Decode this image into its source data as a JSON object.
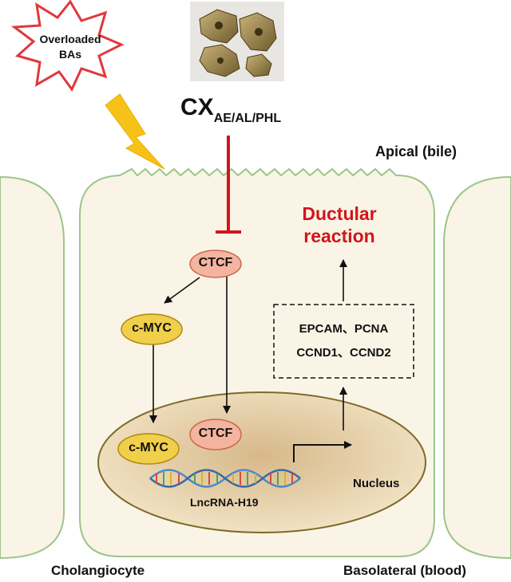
{
  "stimulus": {
    "line1": "Overloaded",
    "line2": "BAs"
  },
  "compound": {
    "main": "CX",
    "subscript": "AE/AL/PHL"
  },
  "labels": {
    "apical": "Apical (bile)",
    "basolateral": "Basolateral (blood)",
    "cell": "Cholangiocyte",
    "nucleus": "Nucleus",
    "lncrna": "LncRNA-H19"
  },
  "outcome": {
    "line1": "Ductular",
    "line2": "reaction"
  },
  "genes": {
    "line1": "EPCAM、PCNA",
    "line2": "CCND1、CCND2"
  },
  "nodes": {
    "ctcf_top": "CTCF",
    "cmyc_cyto": "c-MYC",
    "cmyc_nuc": "c-MYC",
    "ctcf_nuc": "CTCF"
  },
  "colors": {
    "inhibition": "#d0161c",
    "outcome_text": "#d0161c",
    "ctcf_fill": "#f4b49f",
    "cmyc_fill": "#f0cf4a",
    "cell_fill": "#f9f4e6",
    "cell_border": "#9dc58a",
    "nucleus_fill": "#ecd9b6"
  }
}
